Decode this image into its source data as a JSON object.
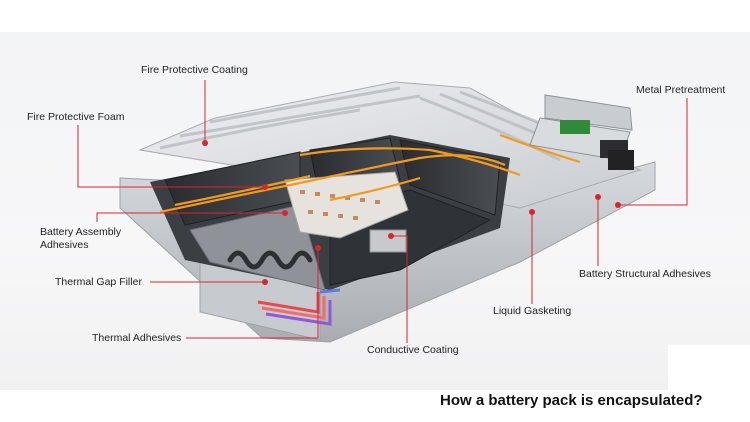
{
  "labels": {
    "fire_protective_coating": "Fire Protective Coating",
    "fire_protective_foam": "Fire Protective Foam",
    "metal_pretreatment": "Metal Pretreatment",
    "battery_assembly_adhesives": "Battery Assembly Adhesives",
    "thermal_gap_filler": "Thermal Gap Filler",
    "thermal_adhesives": "Thermal Adhesives",
    "conductive_coating": "Conductive Coating",
    "liquid_gasketing": "Liquid Gasketing",
    "battery_structural_adhesives": "Battery Structural Adhesives"
  },
  "caption": "How a battery pack is encapsulated?",
  "colors": {
    "leader": "#d7262d",
    "background": "#f3f4f6",
    "orange_wire": "#f39a1e"
  }
}
